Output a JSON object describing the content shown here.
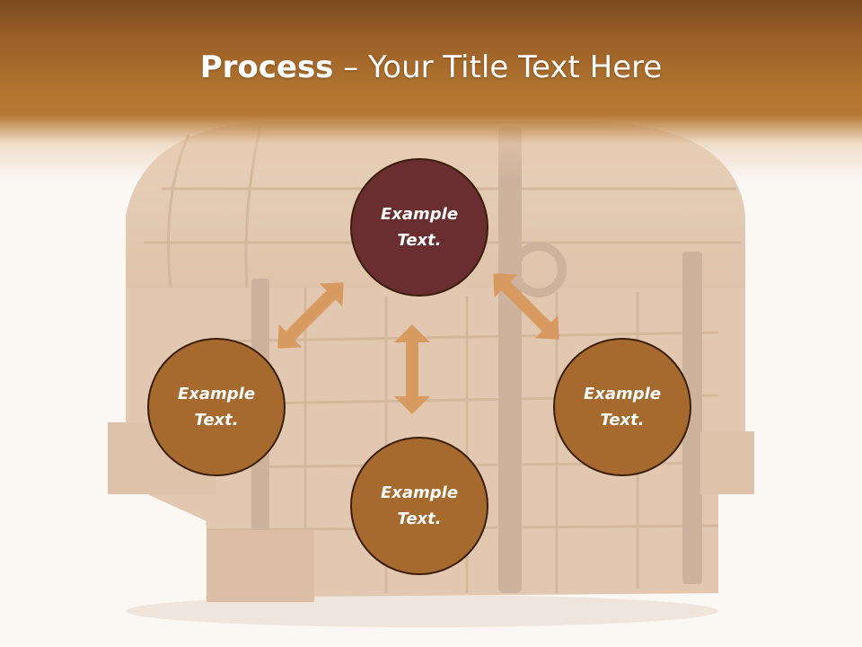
{
  "title": {
    "bold": "Process",
    "rest": " – Your Title Text Here"
  },
  "colors": {
    "header": "#b67834",
    "center_circle": "#6b2e30",
    "outer_circle": "#a66a2e",
    "circle_border": "#3a1e0a",
    "arrow": "#d79a61"
  },
  "nodes": [
    {
      "id": "top",
      "line1": "Example",
      "line2": "Text."
    },
    {
      "id": "left",
      "line1": "Example",
      "line2": "Text."
    },
    {
      "id": "right",
      "line1": "Example",
      "line2": "Text."
    },
    {
      "id": "bottom",
      "line1": "Example",
      "line2": "Text."
    }
  ],
  "background_image": "treasure-chest"
}
